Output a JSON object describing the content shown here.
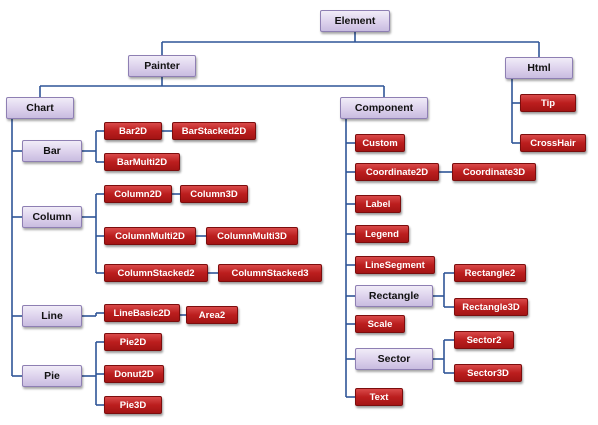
{
  "root": "Element",
  "nodes": {
    "element": "Element",
    "painter": "Painter",
    "html": "Html",
    "chart": "Chart",
    "component": "Component",
    "bar": "Bar",
    "column": "Column",
    "line": "Line",
    "pie": "Pie",
    "bar2d": "Bar2D",
    "barstacked2d": "BarStacked2D",
    "barmulti2d": "BarMulti2D",
    "column2d": "Column2D",
    "column3d": "Column3D",
    "columnmulti2d": "ColumnMulti2D",
    "columnmulti3d": "ColumnMulti3D",
    "columnstacked2": "ColumnStacked2",
    "columnstacked3": "ColumnStacked3",
    "linebasic2d": "LineBasic2D",
    "area2": "Area2",
    "pie2d": "Pie2D",
    "donut2d": "Donut2D",
    "pie3d": "Pie3D",
    "custom": "Custom",
    "coordinate2d": "Coordinate2D",
    "coordinate3d": "Coordinate3D",
    "label": "Label",
    "legend": "Legend",
    "linesegment": "LineSegment",
    "rectangle": "Rectangle",
    "rectangle2": "Rectangle2",
    "rectangle3d": "Rectangle3D",
    "scale": "Scale",
    "sector": "Sector",
    "sector2": "Sector2",
    "sector3d": "Sector3D",
    "text": "Text",
    "tip": "Tip",
    "crosshair": "CrossHair"
  },
  "colors": {
    "connector": "#2f5597",
    "lavender": "#dcd1ec",
    "red": "#bb1e1e"
  }
}
